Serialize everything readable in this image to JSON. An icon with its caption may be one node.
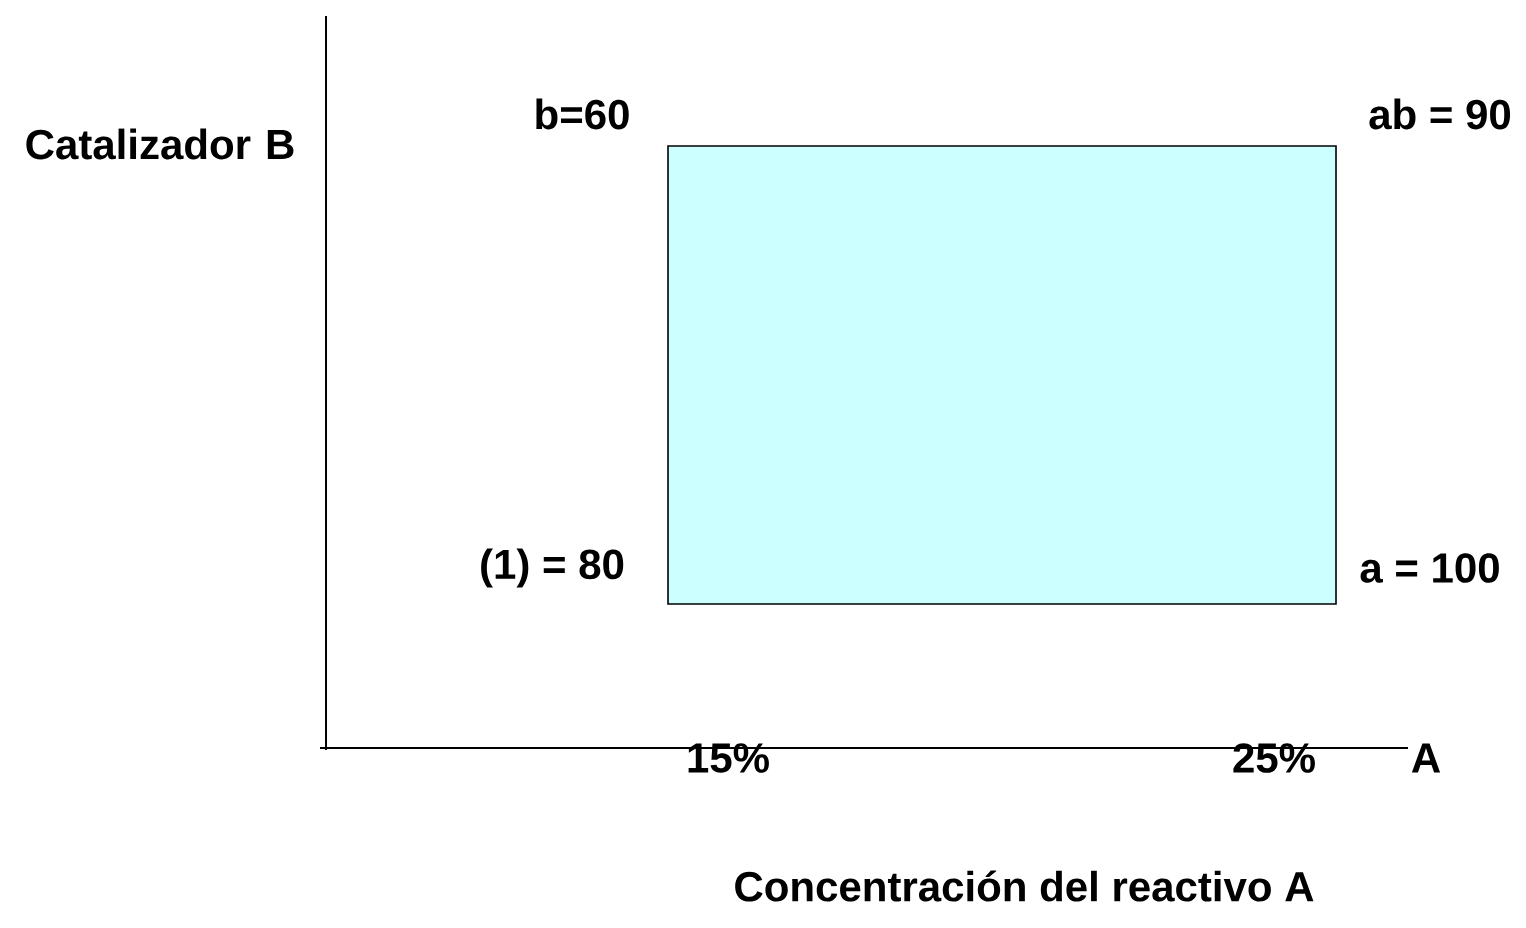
{
  "diagram": {
    "nodes": [
      {
        "text": [],
        "shape": "box"
      }
    ],
    "labels": [
      "Catalizador B",
      "b=60",
      "ab = 90",
      "(1) = 80",
      "a = 100",
      "15%",
      "25%",
      "A",
      "Concentración del reactivo A"
    ]
  }
}
